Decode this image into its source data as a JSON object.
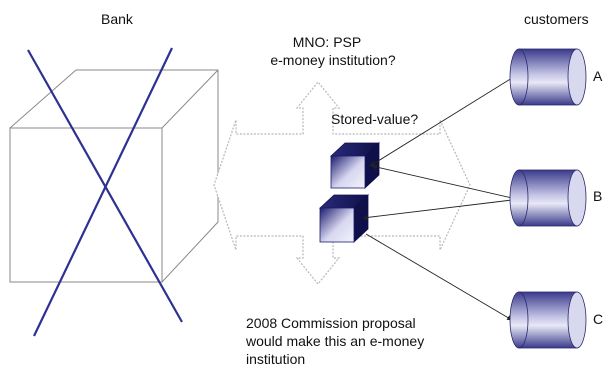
{
  "diagram": {
    "bank_label": "Bank",
    "customers_label": "customers",
    "mno_label": [
      "MNO: PSP",
      "e-money institution?"
    ],
    "stored_value_label": "Stored-value?",
    "proposal_label": [
      "2008 Commission proposal",
      "would make this an e-money",
      "institution"
    ],
    "customers": [
      {
        "id": "A",
        "label": "A"
      },
      {
        "id": "B",
        "label": "B"
      },
      {
        "id": "C",
        "label": "C"
      }
    ],
    "colors": {
      "cross_line": "#2e3192",
      "box_dark": "#1c1c6e",
      "box_light": "#d6d6f0",
      "cylinder_dark": "#3a3a8c",
      "cylinder_light": "#c4c4e6",
      "arrow_outline": "#b8b8b8",
      "connector": "#222222"
    }
  }
}
